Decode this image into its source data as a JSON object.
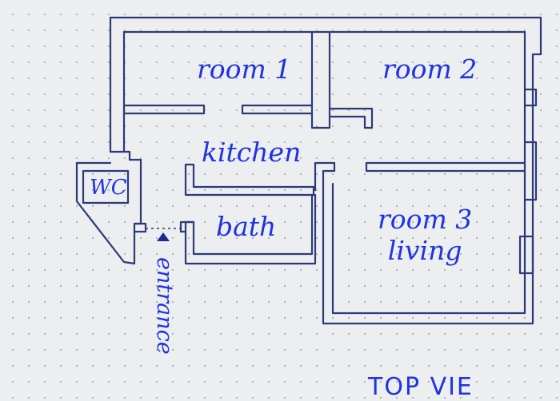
{
  "plan": {
    "ink_color": "#2c3a78",
    "label_color": "#1f33e0",
    "paper_color": "#eceef0",
    "grid": "dot",
    "entrance_marker_icon": "triangle-arrow-icon"
  },
  "rooms": {
    "room1": "room 1",
    "room2": "room 2",
    "kitchen": "kitchen",
    "wc": "WC",
    "bath": "bath",
    "room3_line1": "room 3",
    "room3_line2": "living",
    "entrance": "entrance"
  },
  "corner_text": "TOP VIE"
}
